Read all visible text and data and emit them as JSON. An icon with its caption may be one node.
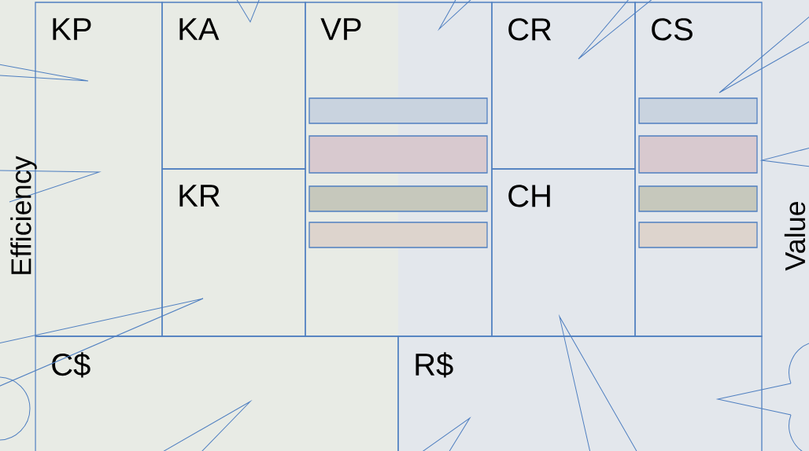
{
  "diagram": {
    "nodes": [
      {
        "text": [
          "KP"
        ]
      },
      {
        "text": [
          "KA"
        ]
      },
      {
        "text": [
          "VP"
        ]
      },
      {
        "text": [
          "CR"
        ]
      },
      {
        "text": [
          "CS"
        ]
      },
      {
        "text": [
          "KR"
        ]
      },
      {
        "text": [
          "CH"
        ]
      },
      {
        "text": [
          "C$"
        ]
      },
      {
        "text": [
          "R$"
        ]
      },
      {
        "text": [],
        "shape": "bar",
        "in": 2
      },
      {
        "text": [],
        "shape": "bar",
        "in": 2
      },
      {
        "text": [],
        "shape": "bar",
        "in": 2
      },
      {
        "text": [],
        "shape": "bar",
        "in": 2
      },
      {
        "text": [],
        "shape": "bar",
        "in": 4
      },
      {
        "text": [],
        "shape": "bar",
        "in": 4
      },
      {
        "text": [],
        "shape": "bar",
        "in": 4
      },
      {
        "text": [],
        "shape": "bar",
        "in": 4
      }
    ],
    "labels": [
      "Efficiency",
      "Value"
    ]
  }
}
